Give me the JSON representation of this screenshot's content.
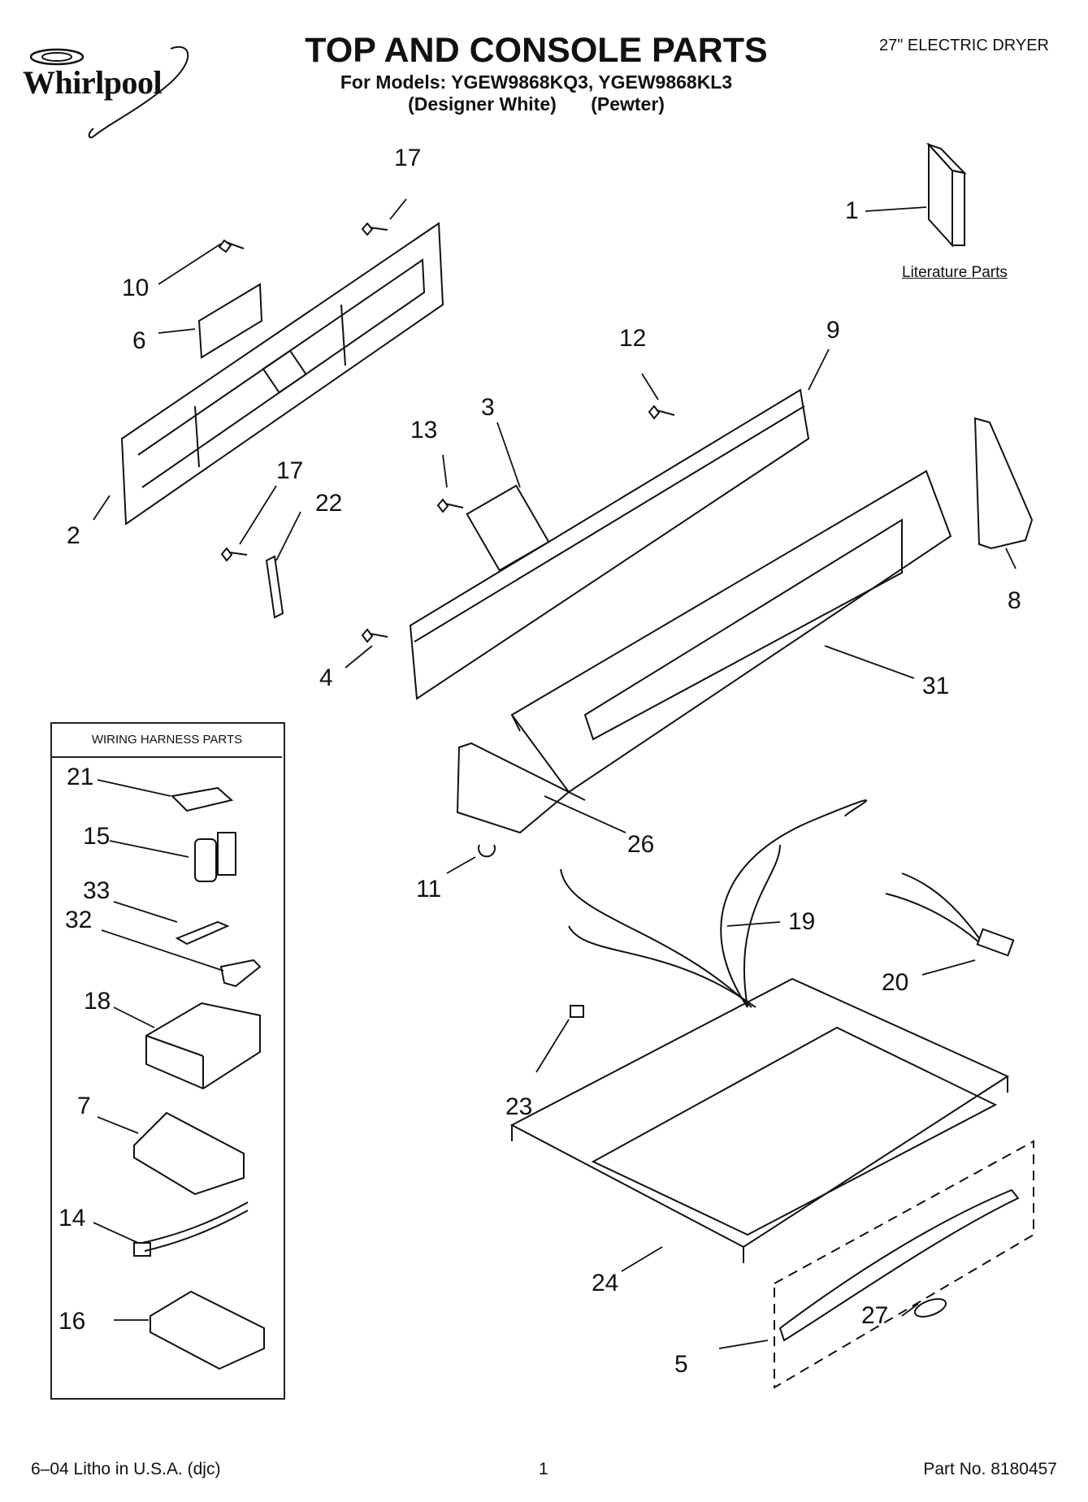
{
  "brand": {
    "logo_text": "Whirlpool",
    "logo_icon": "whirlpool-swirl-icon"
  },
  "header": {
    "title": "TOP AND CONSOLE PARTS",
    "subtitle": "For Models: YGEW9868KQ3, YGEW9868KL3",
    "variants": [
      "(Designer White)",
      "(Pewter)"
    ],
    "product": "27\" ELECTRIC DRYER"
  },
  "literature_label": "Literature Parts",
  "harness_title": "WIRING HARNESS PARTS",
  "callouts": {
    "c1": "1",
    "c2": "2",
    "c3": "3",
    "c4": "4",
    "c5": "5",
    "c6": "6",
    "c7": "7",
    "c8": "8",
    "c9": "9",
    "c10": "10",
    "c11": "11",
    "c12": "12",
    "c13": "13",
    "c14": "14",
    "c15": "15",
    "c16": "16",
    "c17a": "17",
    "c17b": "17",
    "c18": "18",
    "c19": "19",
    "c20": "20",
    "c21": "21",
    "c22": "22",
    "c23": "23",
    "c24": "24",
    "c26": "26",
    "c27": "27",
    "c31": "31",
    "c32": "32",
    "c33": "33"
  },
  "footer": {
    "left": "6–04 Litho in U.S.A. (djc)",
    "center": "1",
    "right": "Part No. 8180457"
  }
}
